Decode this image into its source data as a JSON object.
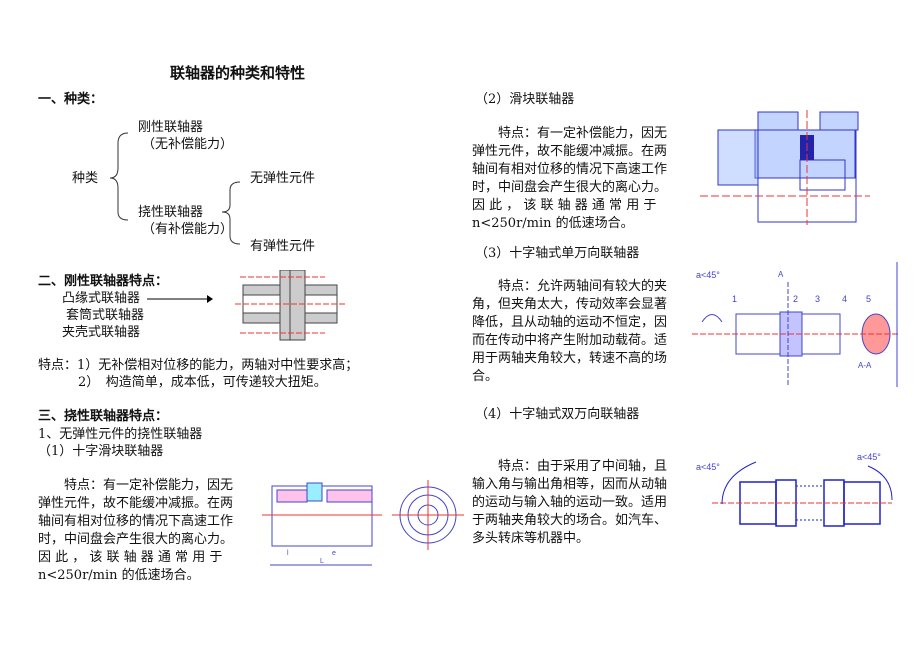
{
  "title": "联轴器的种类和特性",
  "s1": {
    "heading": "一、种类：",
    "root": "种类",
    "rigid": "刚性联轴器",
    "rigid_note": "（无补偿能力）",
    "flex": "挠性联轴器",
    "flex_note": "（有补偿能力）",
    "no_elastic": "无弹性元件",
    "elastic": "有弹性元件"
  },
  "s2": {
    "heading": "二、刚性联轴器特点：",
    "items": [
      "凸缘式联轴器",
      "套筒式联轴器",
      "夹壳式联轴器"
    ],
    "feat1": "特点：1）无补偿相对位移的能力，两轴对中性要求高；",
    "feat2": "2）　构造简单，成本低，可传递较大扭矩。"
  },
  "s3": {
    "heading": "三、挠性联轴器特点：",
    "sub1": "1、无弹性元件的挠性联轴器",
    "item1": "（1）十字滑块联轴器",
    "item1_text": [
      "特点：有一定补偿能力，因无",
      "弹性元件，故不能缓冲减振。在两",
      "轴间有相对位移的情况下高速工作",
      "时，中间盘会产生很大的离心力。",
      "因 此 ， 该 联 轴 器 通 常 用 于",
      "n<250r/min 的低速场合。"
    ],
    "item2": "（2）滑块联轴器",
    "item2_text": [
      "特点：有一定补偿能力，因无",
      "弹性元件，故不能缓冲减振。在两",
      "轴间有相对位移的情况下高速工作",
      "时，中间盘会产生很大的离心力。",
      "因 此 ， 该 联 轴 器 通 常 用 于",
      "n<250r/min 的低速场合。"
    ],
    "item3": "（3）十字轴式单万向联轴器",
    "item3_text": [
      "特点：允许两轴间有较大的夹",
      "角，但夹角太大，传动效率会显著",
      "降低，且从动轴的运动不恒定，因",
      "而在传动中将产生附加动载荷。适",
      "用于两轴夹角较大，转速不高的场",
      "合。"
    ],
    "item4": "（4）十字轴式双万向联轴器",
    "item4_text": [
      "特点：由于采用了中间轴，且",
      "输入角与输出角相等，因而从动轴",
      "的运动与输入轴的运动一致。适用",
      "于两轴夹角较大的场合。如汽车、",
      "多头转床等机器中。"
    ]
  },
  "fig": {
    "angle": "a<45°",
    "n1": "1",
    "n2": "2",
    "n3": "3",
    "n4": "4",
    "n5": "5",
    "secA": "A",
    "secAA": "A-A",
    "L": "L",
    "l": "l",
    "e": "e"
  }
}
